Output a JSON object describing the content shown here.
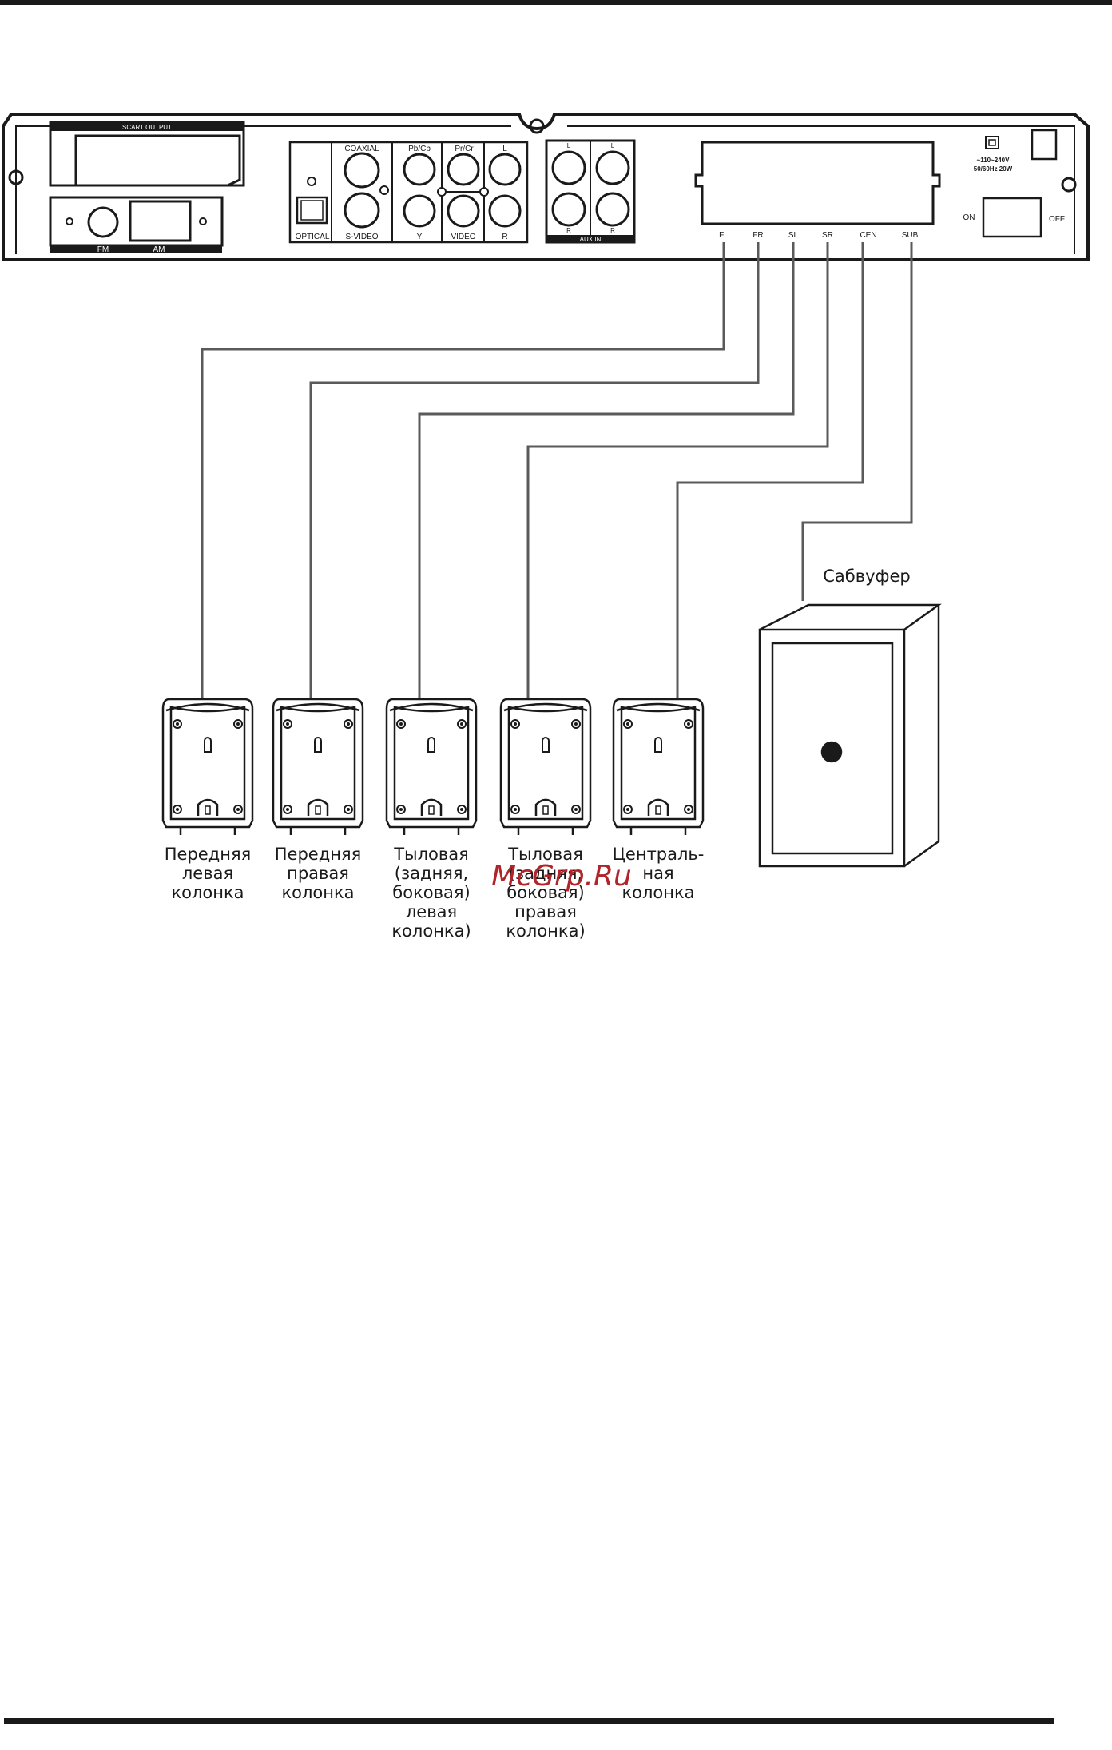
{
  "panel": {
    "scart_label": "SCART  OUTPUT",
    "fm_label": "FM",
    "am_label": "AM",
    "optical_label": "OPTICAL",
    "coaxial_label": "COAXIAL",
    "svideo_label": "S-VIDEO",
    "pbcb_label": "Pb/Cb",
    "prcr_label": "Pr/Cr",
    "y_label": "Y",
    "video_label": "VIDEO",
    "audio_l_label": "L",
    "audio_r_label": "R",
    "aux_l1": "L",
    "aux_l2": "L",
    "aux_r1": "R",
    "aux_r2": "R",
    "aux_in_label": "AUX  IN",
    "power_line1": "~110~240V",
    "power_line2": "50/60Hz  20W",
    "on_label": "ON",
    "off_label": "OFF",
    "outputs": [
      "FL",
      "FR",
      "SL",
      "SR",
      "CEN",
      "SUB"
    ]
  },
  "subwoofer_label": "Сабвуфер",
  "speakers": [
    {
      "lines": [
        "Передняя",
        "левая",
        "колонка"
      ]
    },
    {
      "lines": [
        "Передняя",
        "правая",
        "колонка"
      ]
    },
    {
      "lines": [
        "Тыловая",
        "(задняя,",
        "боковая)",
        "левая",
        "колонка)"
      ]
    },
    {
      "lines": [
        "Тыловая",
        "(задняя,",
        "боковая)",
        "правая",
        "колонка)"
      ]
    },
    {
      "lines": [
        "Централь-",
        "ная",
        "колонка"
      ]
    }
  ],
  "watermark": "McGrp.Ru"
}
